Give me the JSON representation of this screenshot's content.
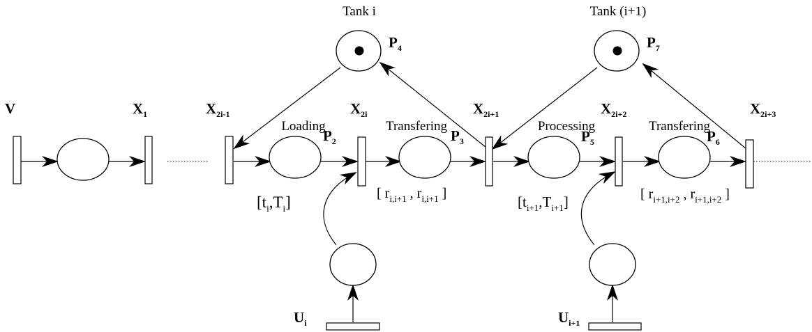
{
  "tanks": {
    "tank_i": "Tank i",
    "tank_i1": "Tank (i+1)"
  },
  "places": {
    "p2": {
      "main": "P",
      "sub": "2"
    },
    "p3": {
      "main": "P",
      "sub": "3"
    },
    "p4": {
      "main": "P",
      "sub": "4"
    },
    "p5": {
      "main": "P",
      "sub": "5"
    },
    "p6": {
      "main": "P",
      "sub": "6"
    },
    "p7": {
      "main": "P",
      "sub": "7"
    }
  },
  "transitions": {
    "v": {
      "main": "V",
      "sub": ""
    },
    "x1": {
      "main": "X",
      "sub": "1"
    },
    "x2i_1": {
      "main": "X",
      "sub": "2i-1"
    },
    "x2i": {
      "main": "X",
      "sub": "2i"
    },
    "x2i1": {
      "main": "X",
      "sub": "2i+1"
    },
    "x2i2": {
      "main": "X",
      "sub": "2i+2"
    },
    "x2i3": {
      "main": "X",
      "sub": "2i+3"
    }
  },
  "inputs": {
    "ui": {
      "main": "U",
      "sub": "i"
    },
    "ui1": {
      "main": "U",
      "sub": "i+1"
    }
  },
  "activities": {
    "loading": "Loading",
    "transfering1": "Transfering",
    "processing": "Processing",
    "transfering2": "Transfering"
  },
  "intervals": {
    "loading": {
      "open": "[t",
      "s1": "i",
      "mid": ",T",
      "s2": "i",
      "close": "]"
    },
    "transfer1": {
      "open": "[ r",
      "s1": "i,i+1",
      "mid": " ,  r",
      "s2": "i,i+1",
      "close": " ]"
    },
    "processing": {
      "open": "[t",
      "s1": "i+1",
      "mid": ",T",
      "s2": "i+1",
      "close": "]"
    },
    "transfer2": {
      "open": "[ r",
      "s1": "i+1,i+2",
      "mid": " ,  r",
      "s2": "i+1,i+2",
      "close": " ]"
    }
  }
}
